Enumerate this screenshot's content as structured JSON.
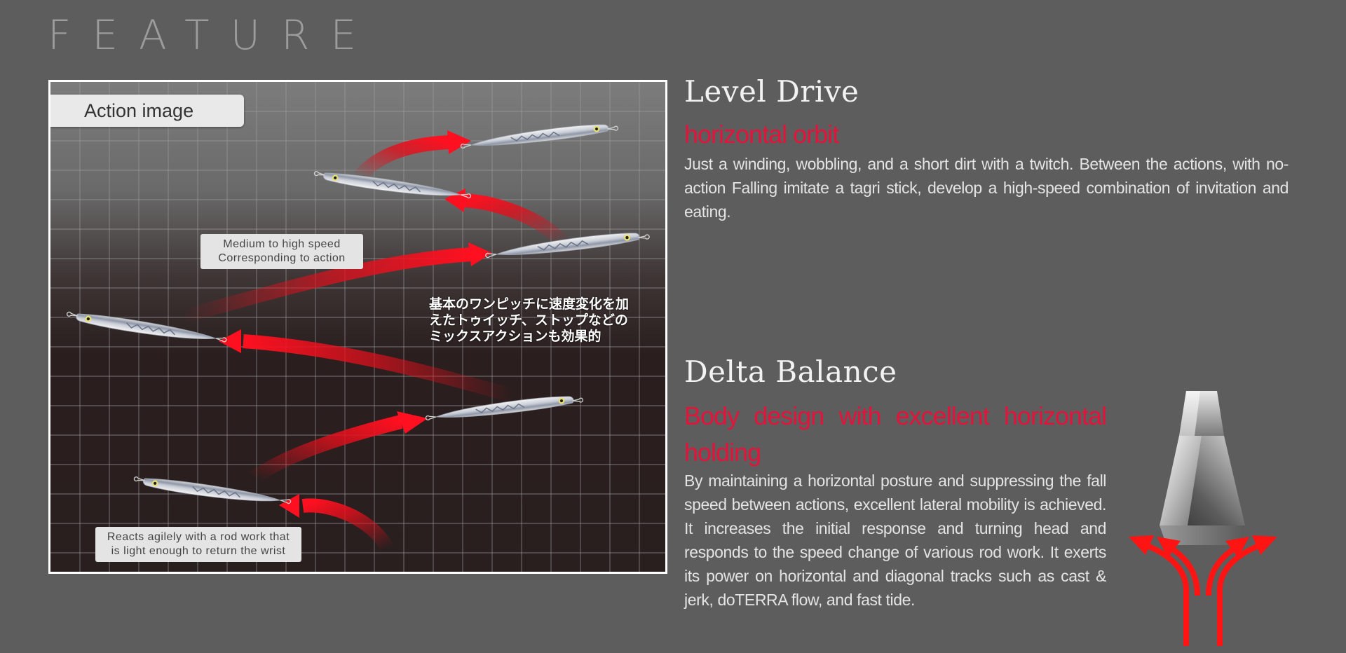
{
  "section_heading": "FEATURE",
  "action_image": {
    "label": "Action image",
    "callout_speed": "Medium to high speed\nCorresponding to action",
    "callout_agile": "Reacts agilely with a rod work that\nis light enough to return the wrist",
    "jp_caption": "基本のワンピッチに速度変化を加\nえたトゥイッチ、ストップなどの\nミックスアクションも効果的"
  },
  "features": {
    "level_drive": {
      "title": "Level Drive",
      "subtitle": "horizontal orbit",
      "body": "Just a winding, wobbling, and a short dirt with a twitch. Between the actions, with no-action Falling imitate a tagri stick, develop a high-speed combination of invitation and eating."
    },
    "delta_balance": {
      "title": "Delta Balance",
      "subtitle": "Body design with excellent horizontal holding",
      "body": "By maintaining a horizontal posture and suppressing the fall speed between actions, excellent lateral mobility is achieved. It increases the initial response and turning head and responds to the speed change of various rod work. It exerts its power on horizontal and diagonal tracks such as cast & jerk, doTERRA flow, and fast tide."
    }
  },
  "colors": {
    "accent_red": "#e3143b",
    "background": "#5d5d5d",
    "heading_gray": "#9c9c9c"
  },
  "icons": [
    "jig-lure-icon",
    "action-arrow-icon",
    "delta-body-icon",
    "split-arrows-icon"
  ]
}
